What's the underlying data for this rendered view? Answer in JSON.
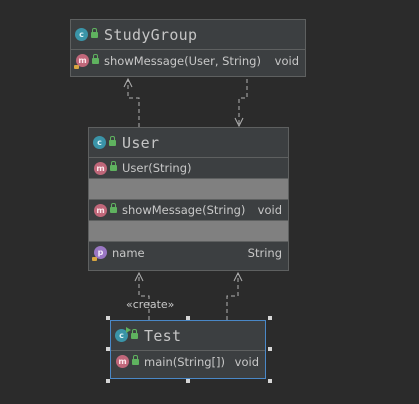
{
  "nodes": {
    "study_group": {
      "name": "StudyGroup",
      "kind_icon": "class-icon",
      "visibility_icon": "public-icon",
      "members": [
        {
          "label": "showMessage(User, String)",
          "type": "void",
          "kind_icon": "method-icon",
          "visibility_icon": "public-icon"
        }
      ]
    },
    "user": {
      "name": "User",
      "kind_icon": "class-icon",
      "visibility_icon": "public-icon",
      "constructors": [
        {
          "label": "User(String)",
          "type": "",
          "kind_icon": "method-icon",
          "visibility_icon": "public-icon"
        }
      ],
      "methods": [
        {
          "label": "showMessage(String)",
          "type": "void",
          "kind_icon": "method-icon",
          "visibility_icon": "public-icon"
        }
      ],
      "fields": [
        {
          "label": "name",
          "type": "String",
          "kind_icon": "field-icon",
          "visibility_icon": "private-icon"
        }
      ]
    },
    "test": {
      "name": "Test",
      "kind_icon": "runnable-class-icon",
      "visibility_icon": "public-icon",
      "selected": true,
      "members": [
        {
          "label": "main(String[])",
          "type": "void",
          "kind_icon": "method-icon",
          "visibility_icon": "public-icon"
        }
      ]
    }
  },
  "relations": [
    {
      "from": "study_group",
      "to": "user",
      "kind": "dependency"
    },
    {
      "from": "user",
      "to": "study_group",
      "kind": "dependency"
    },
    {
      "from": "test",
      "to": "user",
      "kind": "dependency",
      "label": "«create»"
    },
    {
      "from": "test",
      "to": "user",
      "kind": "dependency"
    }
  ],
  "labels": {
    "create": "«create»"
  },
  "colors": {
    "background": "#2b2b2b",
    "node_fill": "#3c3f41",
    "node_border": "#5e6060",
    "selection_border": "#4a88c7",
    "separator": "#808080",
    "class_badge": "#3a94a8",
    "method_badge": "#c0677a",
    "field_badge": "#9a77c4",
    "public_visibility": "#5fb25f",
    "connector": "#b0b0b0"
  }
}
